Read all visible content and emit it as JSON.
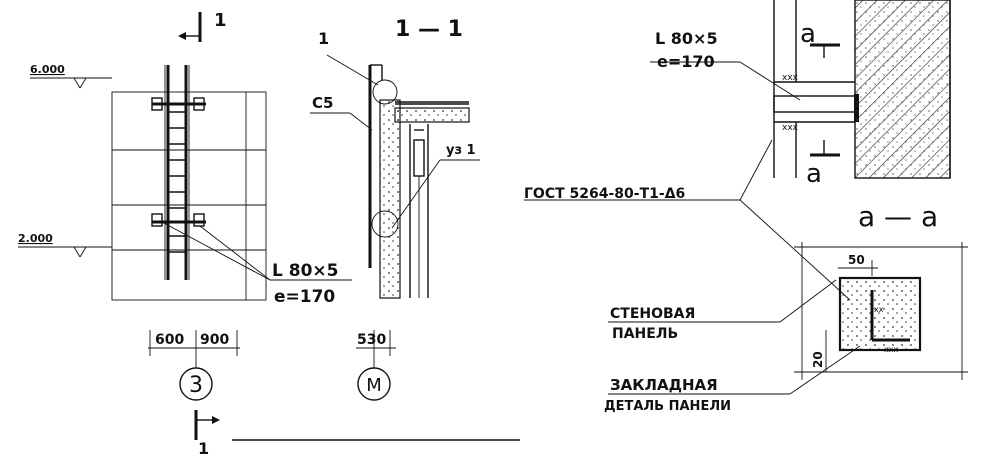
{
  "elevation": {
    "section_mark": "1",
    "level_top": "6.000",
    "level_mid": "2.000",
    "angle_label": "L 80×5",
    "angle_length": "e=170",
    "dim_left": "600",
    "dim_right": "900",
    "axis": "3"
  },
  "section_1_1": {
    "title": "1 — 1",
    "ref_mark": "1",
    "channel": "C5",
    "node_mark": "уз 1",
    "dim": "530",
    "axis": "M"
  },
  "detail": {
    "angle_label": "L 80×5",
    "angle_length": "e=170",
    "section_mark_top": "a",
    "section_mark_bottom": "a",
    "gost_label": "ГОСТ 5264-80-Т1-Δ6",
    "section_title": "a — a",
    "dim_50": "50",
    "dim_20": "20",
    "wall_panel_line1": "СТЕНОВАЯ",
    "wall_panel_line2": "ПАНЕЛЬ",
    "embed_line1": "ЗАКЛАДНАЯ",
    "embed_line2": "ДЕТАЛЬ ПАНЕЛИ"
  },
  "bottom_section_mark": "1"
}
